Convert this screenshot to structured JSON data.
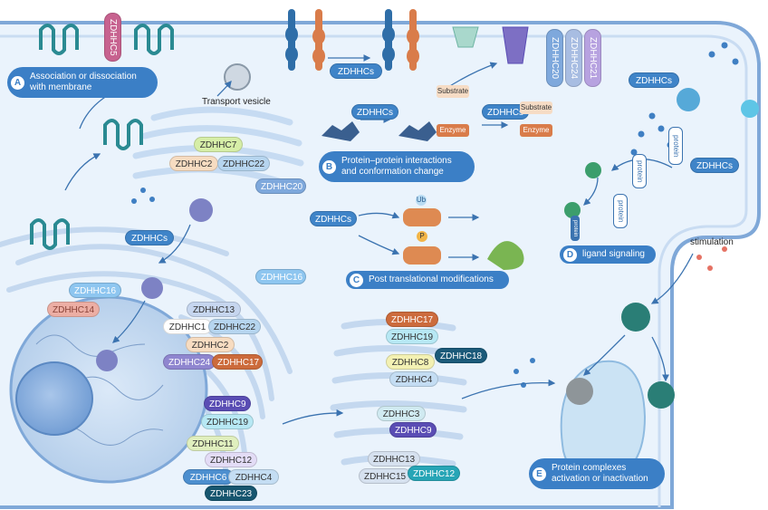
{
  "labels": {
    "a": {
      "letter": "A",
      "text": "Association or dissociation with membrane"
    },
    "b": {
      "letter": "B",
      "text": "Protein–protein interactions and conformation change"
    },
    "c": {
      "letter": "C",
      "text": "Post translational modifications"
    },
    "d": {
      "letter": "D",
      "text": "ligand signaling"
    },
    "e": {
      "letter": "E",
      "text": "Protein complexes activation or inactivation"
    }
  },
  "texts": {
    "transport_vesicle": "Transport vesicle",
    "stimulation": "stimulation",
    "substrate_1": "Substrate",
    "enzyme_1": "Enzyme",
    "substrate_2": "Substrate",
    "enzyme_2": "Enzyme",
    "protein_1": "protein",
    "protein_2": "protein",
    "protein_3": "protein",
    "protein_4": "protein",
    "ub": "Ub",
    "p": "P"
  },
  "enzymes": {
    "zdhhc5_v": "ZDHHC5",
    "zdhhc20_v": "ZDHHC20",
    "zdhhc24_v": "ZDHHC24",
    "zdhhc21_v": "ZDHHC21",
    "zdhhcs_top": "ZDHHCs",
    "zdhhcs_b1": "ZDHHCs",
    "zdhhcs_b2": "ZDHHCs",
    "zdhhcs_receptor": "ZDHHCs",
    "zdhhcs_right": "ZDHHCs",
    "zdhhcs_c": "ZDHHCs",
    "zdhhcs_left": "ZDHHCs",
    "pm_zdhhc7": "ZDHHC7",
    "pm_zdhhc2": "ZDHHC2",
    "pm_zdhhc22": "ZDHHC22",
    "zdhhc20": "ZDHHC20",
    "zdhhc16": "ZDHHC16",
    "nuc_zdhhc16": "ZDHHC16",
    "nuc_zdhhc14": "ZDHHC14",
    "er_zdhhc13": "ZDHHC13",
    "er_zdhhc1": "ZDHHC1",
    "er_zdhhc22": "ZDHHC22",
    "er_zdhhc2": "ZDHHC2",
    "er_zdhhc24": "ZDHHC24",
    "er_zdhhc17": "ZDHHC17",
    "er_zdhhc9": "ZDHHC9",
    "er_zdhhc19": "ZDHHC19",
    "er_zdhhc11": "ZDHHC11",
    "er_zdhhc12": "ZDHHC12",
    "er_zdhhc6": "ZDHHC6",
    "er_zdhhc4": "ZDHHC4",
    "er_zdhhc23": "ZDHHC23",
    "g_zdhhc17": "ZDHHC17",
    "g_zdhhc19": "ZDHHC19",
    "g_zdhhc8": "ZDHHC8",
    "g_zdhhc18": "ZDHHC18",
    "g_zdhhc4": "ZDHHC4",
    "g_zdhhc3": "ZDHHC3",
    "g_zdhhc9": "ZDHHC9",
    "g_zdhhc13": "ZDHHC13",
    "g_zdhhc15": "ZDHHC15",
    "g_zdhhc12": "ZDHHC12"
  },
  "colors": {
    "label_blue": "#3b7fc6",
    "zdhhcs": "#3f84c8",
    "zdhhc5": "#c7628f",
    "zdhhc20": "#7ea8dc",
    "zdhhc24": "#a8bde2",
    "zdhhc21": "#b7a2e0",
    "zdhhc7": "#d6eea7",
    "zdhhc2": "#f7dcc1",
    "zdhhc22": "#b6d5ef",
    "zdhhc16": "#8ec6f0",
    "zdhhc14": "#ecaea4",
    "zdhhc13": "#c6d6ef",
    "zdhhc1": "#ffffff",
    "zdhhc24e": "#8f86cf",
    "zdhhc17": "#cc6b3c",
    "zdhhc9": "#5a4db4",
    "zdhhc19": "#b7e8f4",
    "zdhhc11": "#e0efbe",
    "zdhhc12": "#e3dcf6",
    "zdhhc6": "#4d8fcf",
    "zdhhc4": "#c4ddf3",
    "zdhhc23": "#17566f",
    "zdhhc8": "#f3f1b3",
    "zdhhc18": "#1b5a79",
    "zdhhc3": "#d0eaf1",
    "zdhhc15": "#d6e1ef",
    "zdhhc12g": "#27a5b6"
  }
}
